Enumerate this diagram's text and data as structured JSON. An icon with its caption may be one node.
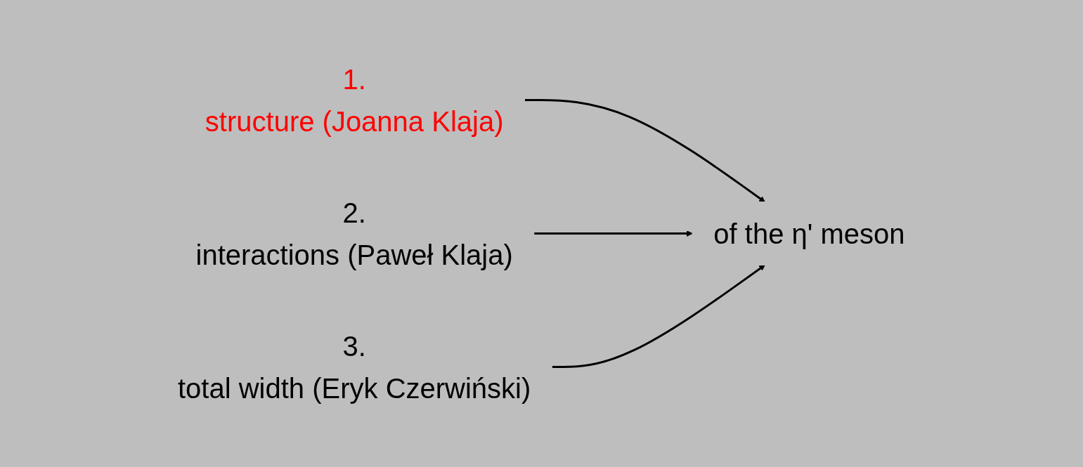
{
  "diagram": {
    "nodes": [
      {
        "text": [
          "1.",
          "structure (Joanna Klaja)"
        ]
      },
      {
        "text": [
          "2.",
          "interactions (Paweł Klaja)"
        ]
      },
      {
        "text": [
          "3.",
          "total width (Eryk Czerwiński)"
        ]
      },
      {
        "text": [
          "of the η' meson"
        ]
      }
    ],
    "edges": [
      {
        "from": 0,
        "to": 3,
        "arrow": "to"
      },
      {
        "from": 1,
        "to": 3,
        "arrow": "to"
      },
      {
        "from": 2,
        "to": 3,
        "arrow": "to"
      }
    ]
  }
}
